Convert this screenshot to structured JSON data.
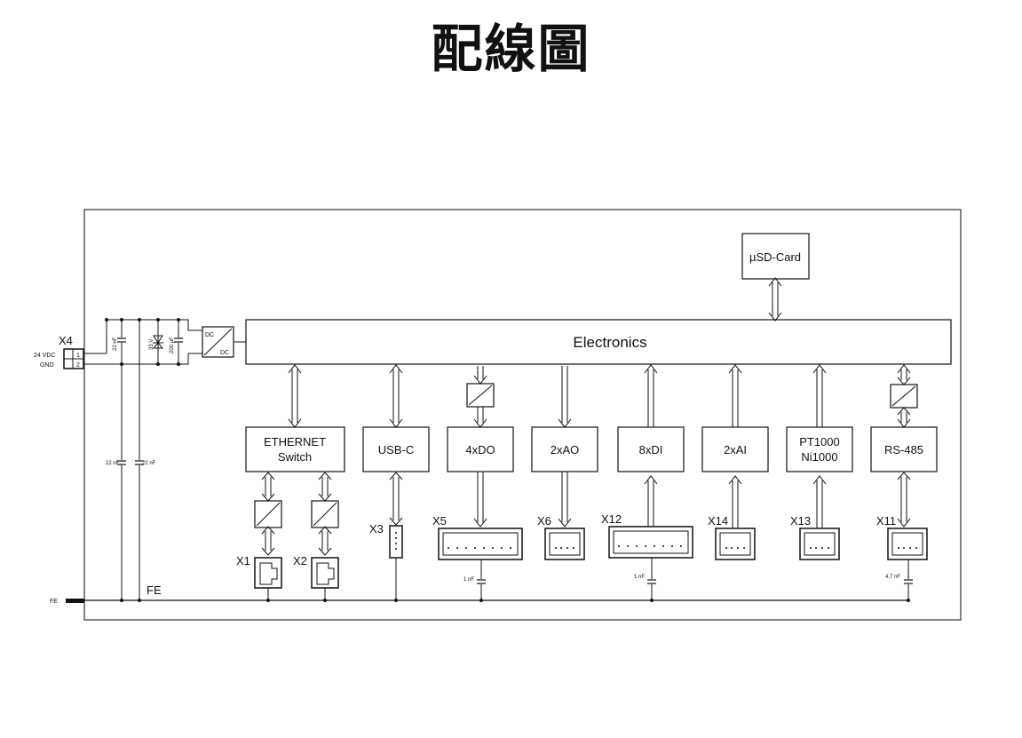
{
  "title": "配線圖",
  "diagram": {
    "blocks": {
      "electronics": "Electronics",
      "sd_card": "µSD-Card",
      "ethernet_line1": "ETHERNET",
      "ethernet_line2": "Switch",
      "usb": "USB-C",
      "do": "4xDO",
      "ao": "2xAO",
      "di": "8xDI",
      "ai": "2xAI",
      "pt_line1": "PT1000",
      "pt_line2": "Ni1000",
      "rs485": "RS-485",
      "dc_in": "DC",
      "dc_out": "DC"
    },
    "connectors": {
      "x4": "X4",
      "x1": "X1",
      "x2": "X2",
      "x3": "X3",
      "x5": "X5",
      "x6": "X6",
      "x12": "X12",
      "x14": "X14",
      "x13": "X13",
      "x11": "X11"
    },
    "power": {
      "pin1_label": "24 VDC",
      "pin2_label": "GND",
      "pin1": "1",
      "pin2": "2",
      "fe_left": "FE",
      "fe_main": "FE"
    },
    "components": {
      "cap_22nf_top": "22 nF",
      "tvs": "33 V",
      "cap_200uf": "200 µF",
      "cap_22nf_a": "22 nF",
      "cap_22nf_b": "22 nF",
      "cap_x5": "1 nF",
      "cap_x12": "1 nF",
      "cap_x11": "4,7 nF"
    },
    "colors": {
      "line": "#111111",
      "background": "#ffffff"
    }
  }
}
